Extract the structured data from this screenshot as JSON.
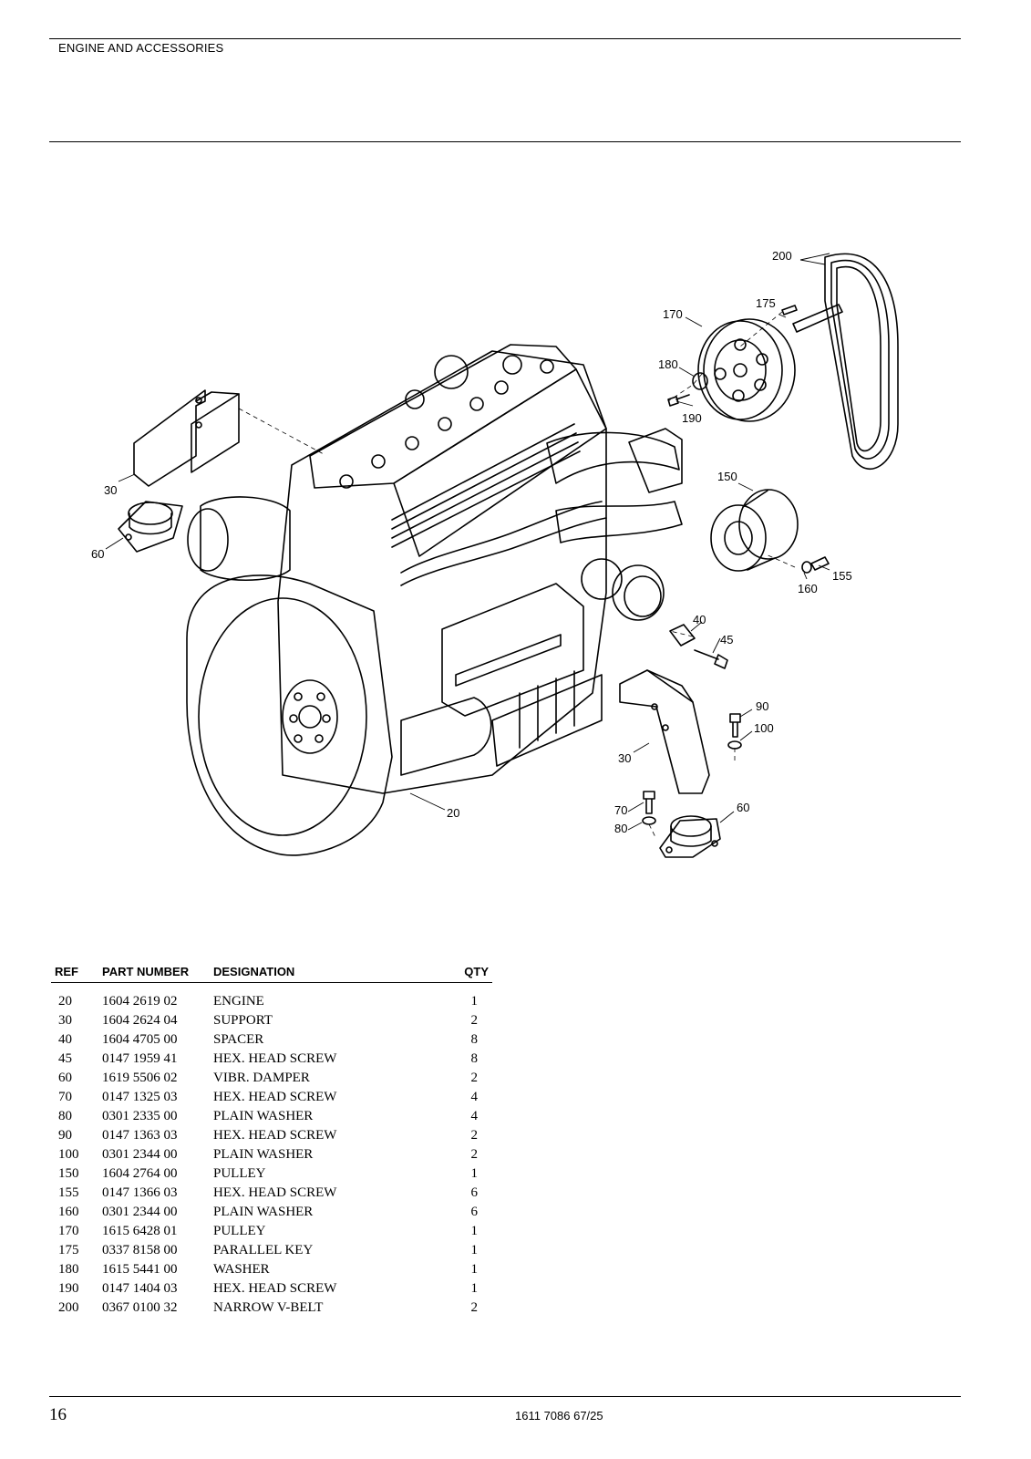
{
  "header": {
    "title": "ENGINE AND ACCESSORIES"
  },
  "drawing": {
    "callouts": [
      "200",
      "175",
      "170",
      "180",
      "190",
      "150",
      "155",
      "160",
      "30",
      "60",
      "40",
      "45",
      "90",
      "100",
      "30",
      "20",
      "70",
      "80",
      "60"
    ]
  },
  "parts_table": {
    "headers": {
      "ref": "REF",
      "part_number": "PART NUMBER",
      "designation": "DESIGNATION",
      "qty": "QTY"
    },
    "rows": [
      {
        "ref": "20",
        "part_number": "1604 2619 02",
        "designation": "ENGINE",
        "qty": "1"
      },
      {
        "ref": "30",
        "part_number": "1604 2624 04",
        "designation": "SUPPORT",
        "qty": "2"
      },
      {
        "ref": "40",
        "part_number": "1604 4705 00",
        "designation": "SPACER",
        "qty": "8"
      },
      {
        "ref": "45",
        "part_number": "0147 1959 41",
        "designation": "HEX. HEAD SCREW",
        "qty": "8"
      },
      {
        "ref": "60",
        "part_number": "1619 5506 02",
        "designation": "VIBR. DAMPER",
        "qty": "2"
      },
      {
        "ref": "70",
        "part_number": "0147 1325 03",
        "designation": "HEX. HEAD SCREW",
        "qty": "4"
      },
      {
        "ref": "80",
        "part_number": "0301 2335 00",
        "designation": "PLAIN WASHER",
        "qty": "4"
      },
      {
        "ref": "90",
        "part_number": "0147 1363 03",
        "designation": "HEX. HEAD SCREW",
        "qty": "2"
      },
      {
        "ref": "100",
        "part_number": "0301 2344 00",
        "designation": "PLAIN WASHER",
        "qty": "2"
      },
      {
        "ref": "150",
        "part_number": "1604 2764 00",
        "designation": "PULLEY",
        "qty": "1"
      },
      {
        "ref": "155",
        "part_number": "0147 1366 03",
        "designation": "HEX. HEAD SCREW",
        "qty": "6"
      },
      {
        "ref": "160",
        "part_number": "0301 2344 00",
        "designation": "PLAIN WASHER",
        "qty": "6"
      },
      {
        "ref": "170",
        "part_number": "1615 6428 01",
        "designation": "PULLEY",
        "qty": "1"
      },
      {
        "ref": "175",
        "part_number": "0337 8158 00",
        "designation": "PARALLEL KEY",
        "qty": "1"
      },
      {
        "ref": "180",
        "part_number": "1615 5441 00",
        "designation": "WASHER",
        "qty": "1"
      },
      {
        "ref": "190",
        "part_number": "0147 1404 03",
        "designation": "HEX. HEAD SCREW",
        "qty": "1"
      },
      {
        "ref": "200",
        "part_number": "0367 0100 32",
        "designation": "NARROW V-BELT",
        "qty": "2"
      }
    ]
  },
  "footer": {
    "page_number": "16",
    "document_number": "1611 7086 67/25"
  }
}
